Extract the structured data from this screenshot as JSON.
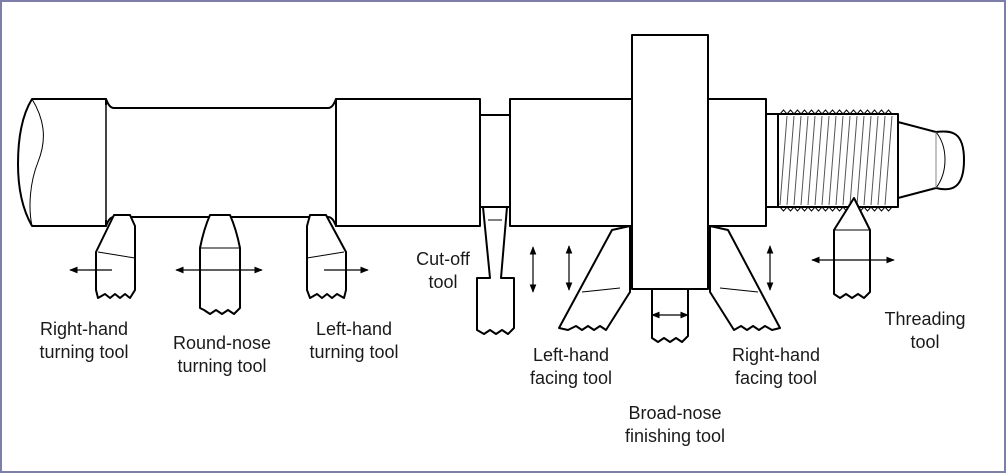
{
  "border_color": "#7d7fa8",
  "labels": {
    "right_hand_turning": [
      "Right-hand",
      "turning tool"
    ],
    "round_nose_turning": [
      "Round-nose",
      "turning tool"
    ],
    "left_hand_turning": [
      "Left-hand",
      "turning tool"
    ],
    "cut_off": [
      "Cut-off",
      "tool"
    ],
    "left_hand_facing": [
      "Left-hand",
      "facing tool"
    ],
    "broad_nose_finishing": [
      "Broad-nose",
      "finishing tool"
    ],
    "right_hand_facing": [
      "Right-hand",
      "facing tool"
    ],
    "threading": [
      "Threading",
      "tool"
    ]
  }
}
